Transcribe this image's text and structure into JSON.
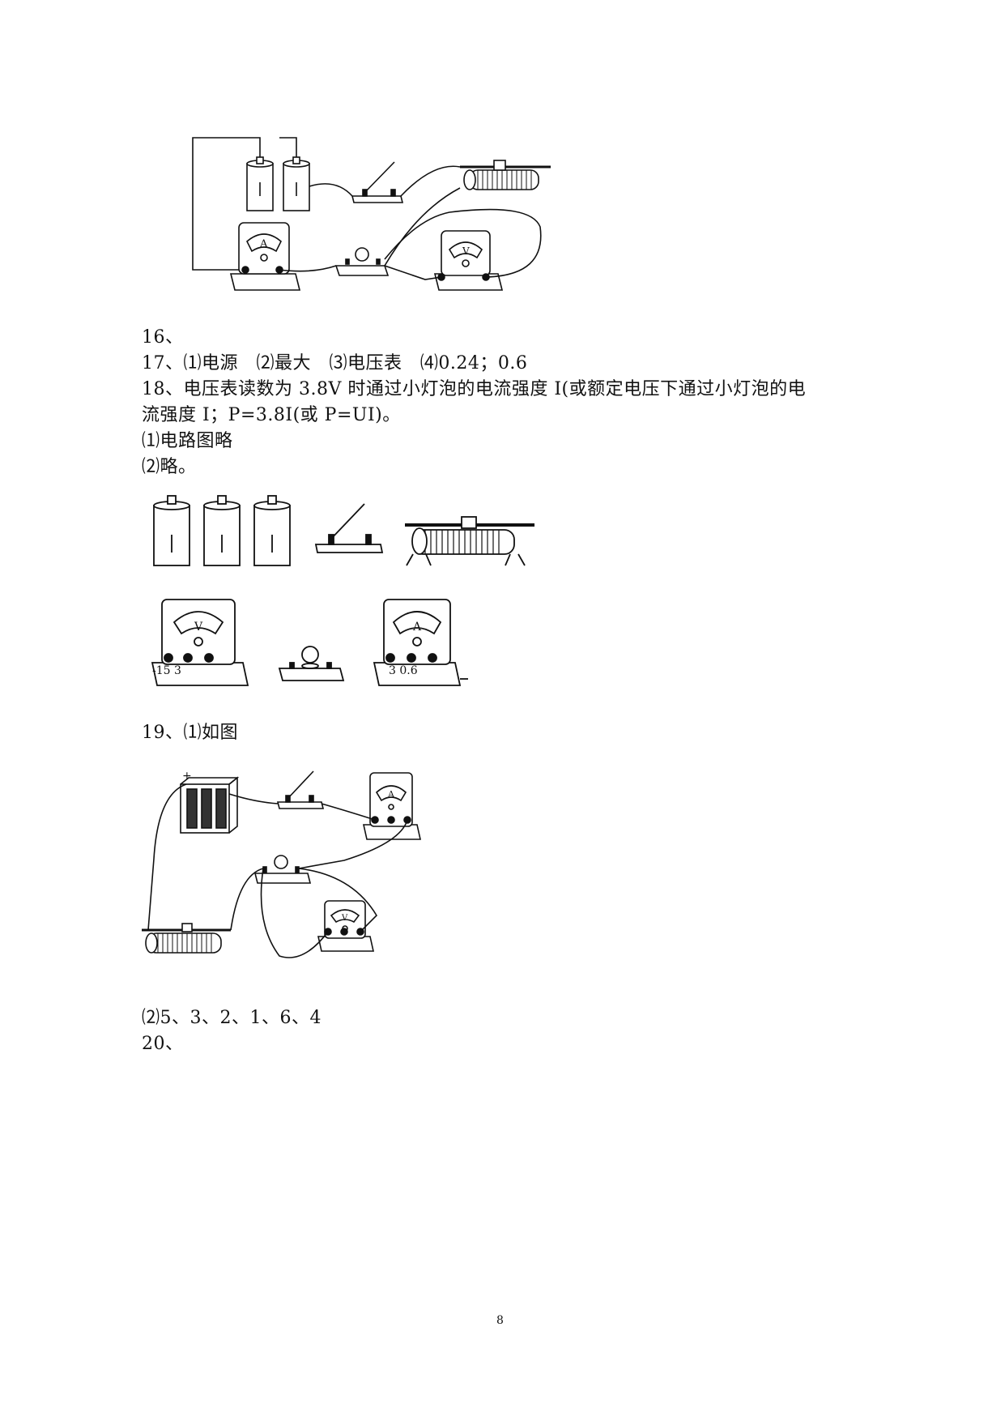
{
  "answers": {
    "q16": "16、",
    "q17": "17、⑴电源   ⑵最大   ⑶电压表   ⑷0.24；0.6",
    "q18_line1": "18、电压表读数为 3.8V 时通过小灯泡的电流强度 I(或额定电压下通过小灯泡的电",
    "q18_line2": "流强度 I；P=3.8I(或 P=UI)。",
    "q18_sub1": "⑴电路图略",
    "q18_sub2": "⑵略。",
    "q19_sub1": "19、⑴如图",
    "q19_sub2": "⑵5、3、2、1、6、4",
    "q20": "20、"
  },
  "figures": {
    "fig1": {
      "ammeter_glyph": "A",
      "voltmeter_glyph": "V"
    },
    "fig2": {
      "voltmeter_glyph": "V",
      "ammeter_glyph": "A",
      "voltmeter_terminals": "-15 3",
      "ammeter_terminals": "3 0.6"
    },
    "fig3": {
      "ammeter_glyph": "A",
      "voltmeter_glyph": "V",
      "battery_plus": "+"
    }
  },
  "page": {
    "number": "8"
  }
}
